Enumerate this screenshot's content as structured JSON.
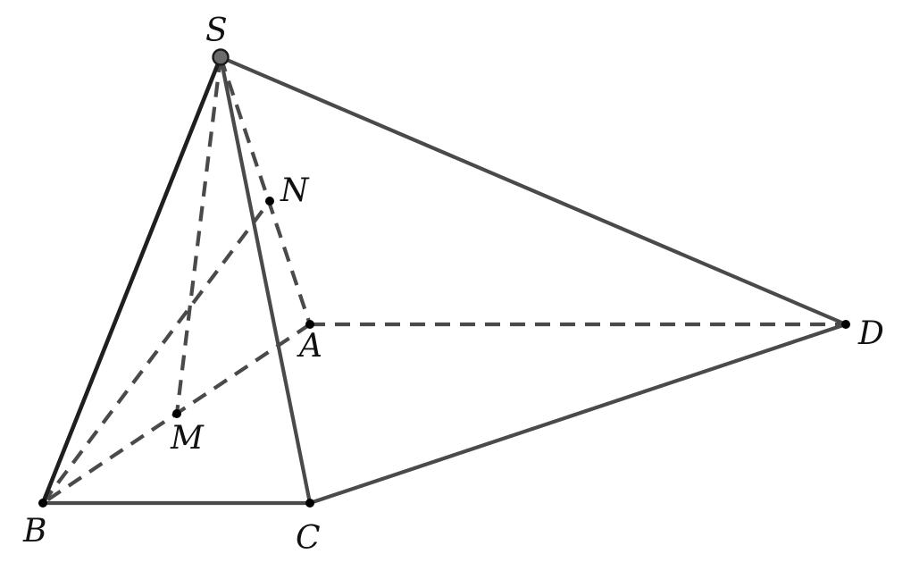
{
  "diagram": {
    "points": [
      {
        "id": "S",
        "label": "S"
      },
      {
        "id": "A",
        "label": "A"
      },
      {
        "id": "B",
        "label": "B"
      },
      {
        "id": "C",
        "label": "C"
      },
      {
        "id": "D",
        "label": "D"
      },
      {
        "id": "M",
        "label": "M"
      },
      {
        "id": "N",
        "label": "N"
      }
    ],
    "edges": [
      {
        "from": "S",
        "to": "B",
        "style": "solid"
      },
      {
        "from": "S",
        "to": "C",
        "style": "solid"
      },
      {
        "from": "S",
        "to": "D",
        "style": "solid"
      },
      {
        "from": "B",
        "to": "C",
        "style": "solid"
      },
      {
        "from": "C",
        "to": "D",
        "style": "solid"
      },
      {
        "from": "S",
        "to": "A",
        "style": "dashed"
      },
      {
        "from": "A",
        "to": "D",
        "style": "dashed"
      },
      {
        "from": "A",
        "to": "B",
        "style": "dashed"
      },
      {
        "from": "S",
        "to": "M",
        "style": "dashed"
      },
      {
        "from": "B",
        "to": "N",
        "style": "dashed"
      }
    ]
  }
}
